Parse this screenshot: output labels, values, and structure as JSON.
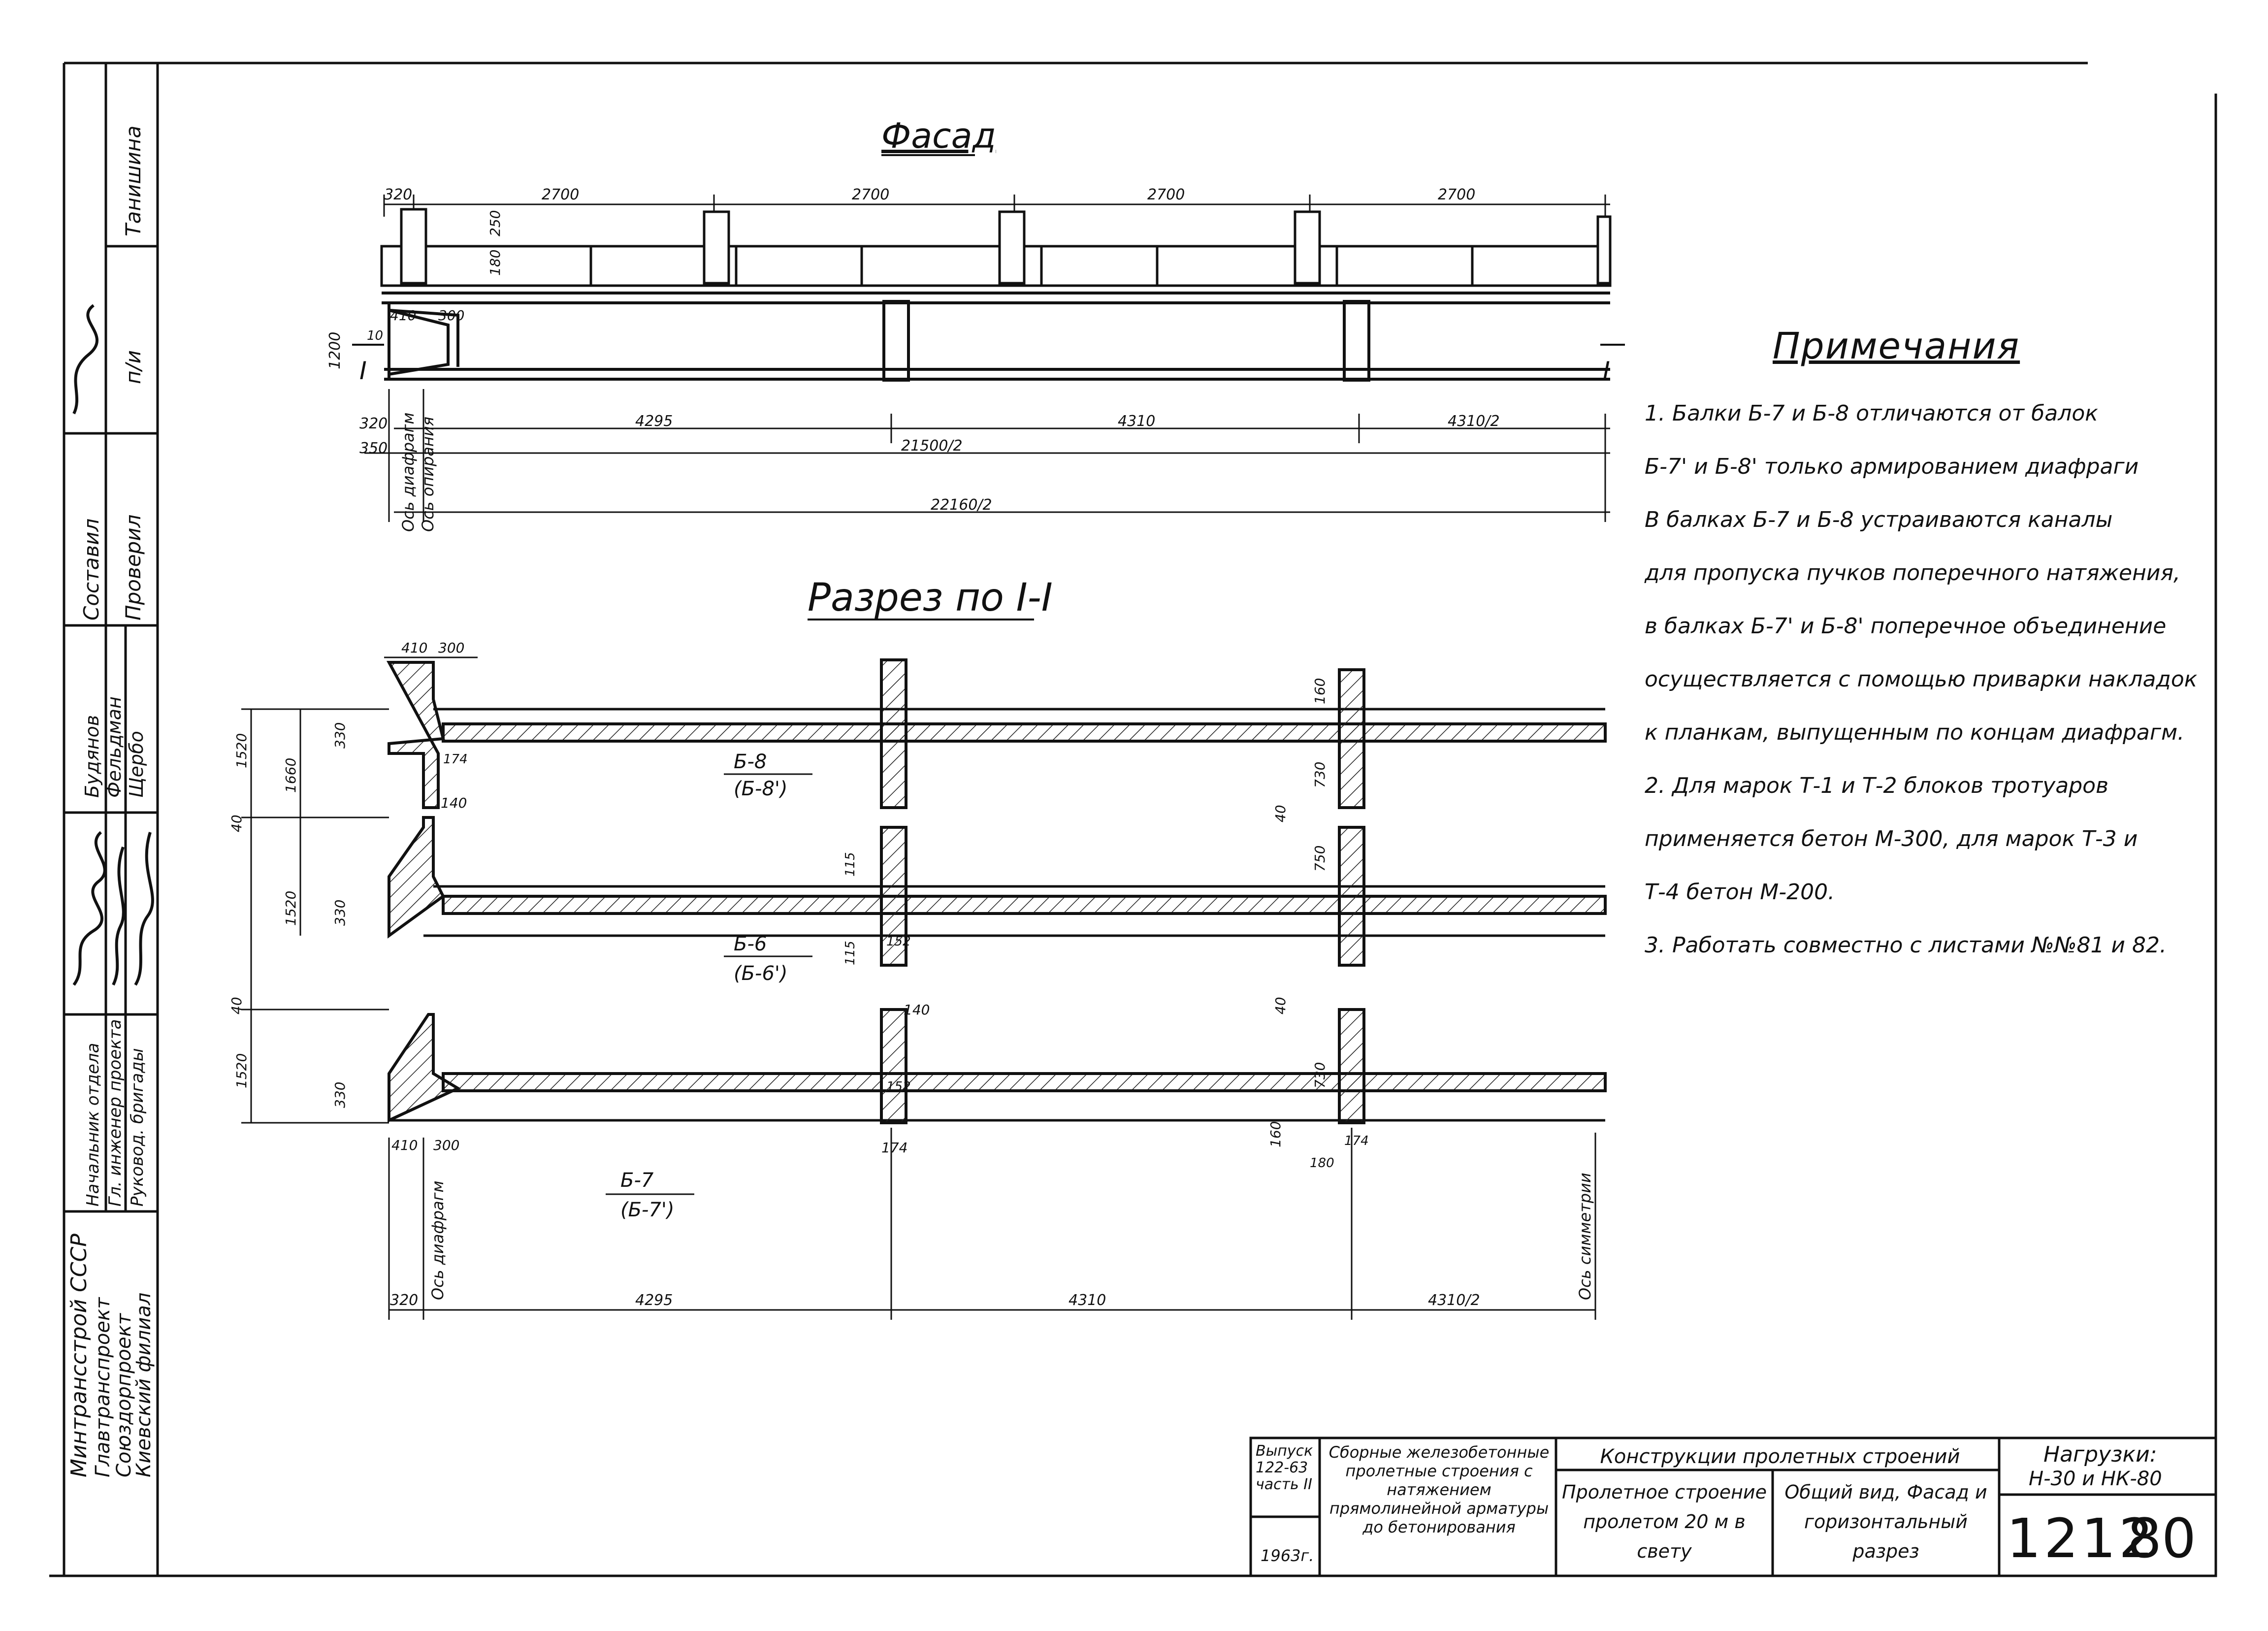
{
  "facade": {
    "title": "Фасад",
    "top_dims": [
      "320",
      "2700",
      "2700",
      "2700",
      "2700"
    ],
    "small_dims": [
      "250",
      "180"
    ],
    "height_dims": [
      "1200",
      "10"
    ],
    "end_dims": [
      "410",
      "300"
    ],
    "section_mark": "I",
    "bottom_dims": [
      "320",
      "4295",
      "4310",
      "4310/2"
    ],
    "span_dims": [
      "350",
      "21500/2",
      "22160/2"
    ],
    "axis_labels": [
      "Ось диафрагм",
      "Ось опирания"
    ]
  },
  "section": {
    "title": "Разрез по I-I",
    "top_dims": [
      "410",
      "300"
    ],
    "left_dims": [
      "1520",
      "330",
      "1660",
      "40",
      "330",
      "1520",
      "40",
      "1520",
      "330"
    ],
    "inner_dims": [
      "174",
      "140",
      "115",
      "115",
      "152",
      "140",
      "152",
      "160",
      "730",
      "40",
      "750",
      "40",
      "730",
      "160",
      "180"
    ],
    "beam_labels": [
      {
        "name": "Б-8",
        "alt": "(Б-8')"
      },
      {
        "name": "Б-6",
        "alt": "(Б-6')"
      },
      {
        "name": "Б-7",
        "alt": "(Б-7')"
      }
    ],
    "bottom_marks": [
      "410",
      "300",
      "174",
      "174"
    ],
    "bottom_dims": [
      "320",
      "4295",
      "4310",
      "4310/2"
    ],
    "axis_labels": [
      "Ось диафрагм",
      "Ось симметрии"
    ]
  },
  "notes": {
    "title": "Примечания",
    "lines": [
      "1. Балки Б-7 и Б-8 отличаются от балок",
      "Б-7' и Б-8' только армированием диафраги",
      "В балках Б-7 и Б-8 устраиваются каналы",
      "для пропуска пучков поперечного натяжения,",
      "в балках Б-7' и Б-8' поперечное объединение",
      "осуществляется с помощью приварки накладок",
      "к планкам, выпущенным по концам диафрагм.",
      "2. Для марок Т-1 и Т-2 блоков тротуаров",
      "применяется бетон М-300, для марок Т-3 и",
      "Т-4 бетон М-200.",
      "3. Работать совместно с листами №№81 и 82."
    ]
  },
  "left_strip": {
    "org_lines": [
      "Минтрансстрой СССР",
      "Главтранспроект",
      "Союздорпроект",
      "Киевский филиал"
    ],
    "roles": [
      "Начальник отдела",
      "Гл. инженер проекта",
      "Руковод. бригады"
    ],
    "names": [
      "Будянов",
      "Фельдман",
      "Щербо"
    ],
    "header_cells": [
      "Составил",
      "Проверил",
      "Танишина",
      "п/и"
    ]
  },
  "title_block": {
    "series": "Выпуск 122-63 часть II",
    "series_desc": "Сборные железобетонные пролетные строения с натяжением прямолинейной арматуры до бетонирования",
    "year": "1963г.",
    "section_title": "Конструкции пролетных строений",
    "object": "Пролетное строение пролетом 20 м в свету",
    "sheet_title": "Общий вид, Фасад и горизонтальный разрез",
    "loads_label": "Нагрузки:",
    "loads": "Н-30 и НК-80",
    "sheet_code": "1212",
    "sheet_no": "80"
  }
}
